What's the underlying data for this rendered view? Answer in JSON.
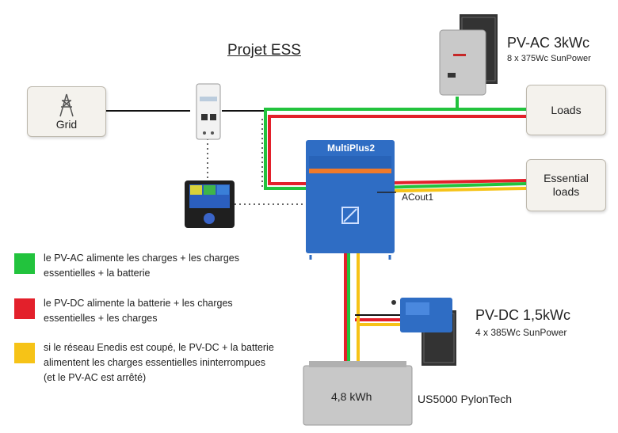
{
  "title": "Projet ESS",
  "grid": {
    "label": "Grid"
  },
  "pv_ac": {
    "title": "PV-AC 3kWc",
    "subtitle": "8 x 375Wc SunPower"
  },
  "loads": {
    "label": "Loads"
  },
  "essential_loads": {
    "label_line1": "Essential",
    "label_line2": "loads"
  },
  "multiplus": {
    "title": "MultiPlus2",
    "acout": "ACout1"
  },
  "pv_dc": {
    "title": "PV-DC 1,5kWc",
    "subtitle": "4 x 385Wc SunPower"
  },
  "battery": {
    "capacity": "4,8 kWh",
    "model": "US5000 PylonTech"
  },
  "legend": [
    {
      "color": "#22c33d",
      "line1": "le PV-AC alimente les charges + les charges",
      "line2": "essentielles + la batterie",
      "line3": ""
    },
    {
      "color": "#e3202b",
      "line1": "le PV-DC alimente la batterie + les charges",
      "line2": "essentielles + les charges",
      "line3": ""
    },
    {
      "color": "#f6c317",
      "line1": "si le réseau Enedis est coupé, le PV-DC + la batterie",
      "line2": "alimentent les charges essentielles ininterrompues",
      "line3": "(et le PV-AC est arrêté)"
    }
  ],
  "colors": {
    "green": "#22c33d",
    "red": "#e3202b",
    "yellow": "#f6c317",
    "victron_blue": "#2f6dc4",
    "panel": "#2b2b2b"
  }
}
